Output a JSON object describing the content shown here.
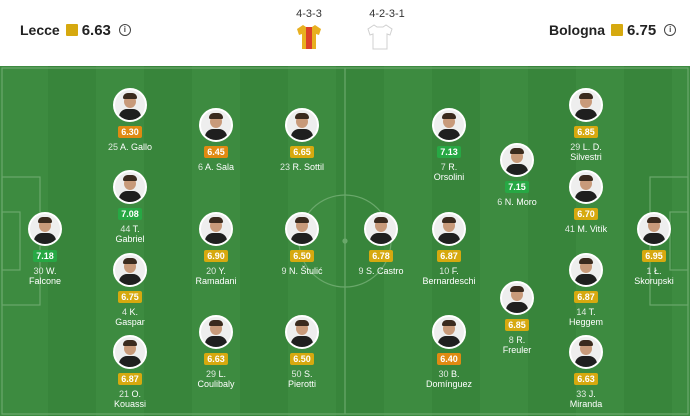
{
  "home": {
    "name": "Lecce",
    "rating": "6.63",
    "formation": "4-3-3",
    "shirt_color": "#e8b020",
    "shirt_accent": "#d9342b"
  },
  "away": {
    "name": "Bologna",
    "rating": "6.75",
    "formation": "4-2-3-1",
    "shirt_color": "#ffffff"
  },
  "rating_colors": {
    "orange": "#e08a12",
    "yellow": "#d6a90f",
    "green": "#27a844"
  },
  "players": [
    {
      "id": "gallo",
      "number": "25",
      "name1": "A. Gallo",
      "name2": "",
      "rating": "6.30",
      "tier": "orange"
    },
    {
      "id": "sala",
      "number": "6",
      "name1": "A. Sala",
      "name2": "",
      "rating": "6.45",
      "tier": "orange"
    },
    {
      "id": "sottil",
      "number": "23",
      "name1": "R. Sottil",
      "name2": "",
      "rating": "6.65",
      "tier": "yellow"
    },
    {
      "id": "gabriel",
      "number": "44",
      "name1": "T.",
      "name2": "Gabriel",
      "rating": "7.08",
      "tier": "green"
    },
    {
      "id": "falcone",
      "number": "30",
      "name1": "W.",
      "name2": "Falcone",
      "rating": "7.18",
      "tier": "green"
    },
    {
      "id": "ramadani",
      "number": "20",
      "name1": "Y.",
      "name2": "Ramadani",
      "rating": "6.90",
      "tier": "yellow"
    },
    {
      "id": "stulic",
      "number": "9",
      "name1": "N. Štulić",
      "name2": "",
      "rating": "6.50",
      "tier": "yellow"
    },
    {
      "id": "gaspar",
      "number": "4",
      "name1": "K.",
      "name2": "Gaspar",
      "rating": "6.75",
      "tier": "yellow"
    },
    {
      "id": "coulibaly",
      "number": "29",
      "name1": "L.",
      "name2": "Coulibaly",
      "rating": "6.63",
      "tier": "yellow"
    },
    {
      "id": "pierotti",
      "number": "50",
      "name1": "S.",
      "name2": "Pierotti",
      "rating": "6.50",
      "tier": "yellow"
    },
    {
      "id": "kouassi",
      "number": "21",
      "name1": "O.",
      "name2": "Kouassi",
      "rating": "6.87",
      "tier": "yellow"
    },
    {
      "id": "castro",
      "number": "9",
      "name1": "S. Castro",
      "name2": "",
      "rating": "6.78",
      "tier": "yellow"
    },
    {
      "id": "orsolini",
      "number": "7",
      "name1": "R.",
      "name2": "Orsolini",
      "rating": "7.13",
      "tier": "green"
    },
    {
      "id": "moro",
      "number": "6",
      "name1": "N. Moro",
      "name2": "",
      "rating": "7.15",
      "tier": "green"
    },
    {
      "id": "bernardeschi",
      "number": "10",
      "name1": "F.",
      "name2": "Bernardeschi",
      "rating": "6.87",
      "tier": "yellow"
    },
    {
      "id": "freuler",
      "number": "8",
      "name1": "R.",
      "name2": "Freuler",
      "rating": "6.85",
      "tier": "yellow"
    },
    {
      "id": "dominguez",
      "number": "30",
      "name1": "B.",
      "name2": "Domínguez",
      "rating": "6.40",
      "tier": "orange"
    },
    {
      "id": "silvestri",
      "number": "29",
      "name1": "L. D.",
      "name2": "Silvestri",
      "rating": "6.85",
      "tier": "yellow"
    },
    {
      "id": "vitik",
      "number": "41",
      "name1": "M. Vitík",
      "name2": "",
      "rating": "6.70",
      "tier": "yellow"
    },
    {
      "id": "skorupski",
      "number": "1",
      "name1": "Ł.",
      "name2": "Skorupski",
      "rating": "6.95",
      "tier": "yellow"
    },
    {
      "id": "heggem",
      "number": "14",
      "name1": "T.",
      "name2": "Heggem",
      "rating": "6.87",
      "tier": "yellow"
    },
    {
      "id": "miranda",
      "number": "33",
      "name1": "J.",
      "name2": "Miranda",
      "rating": "6.63",
      "tier": "yellow"
    }
  ]
}
